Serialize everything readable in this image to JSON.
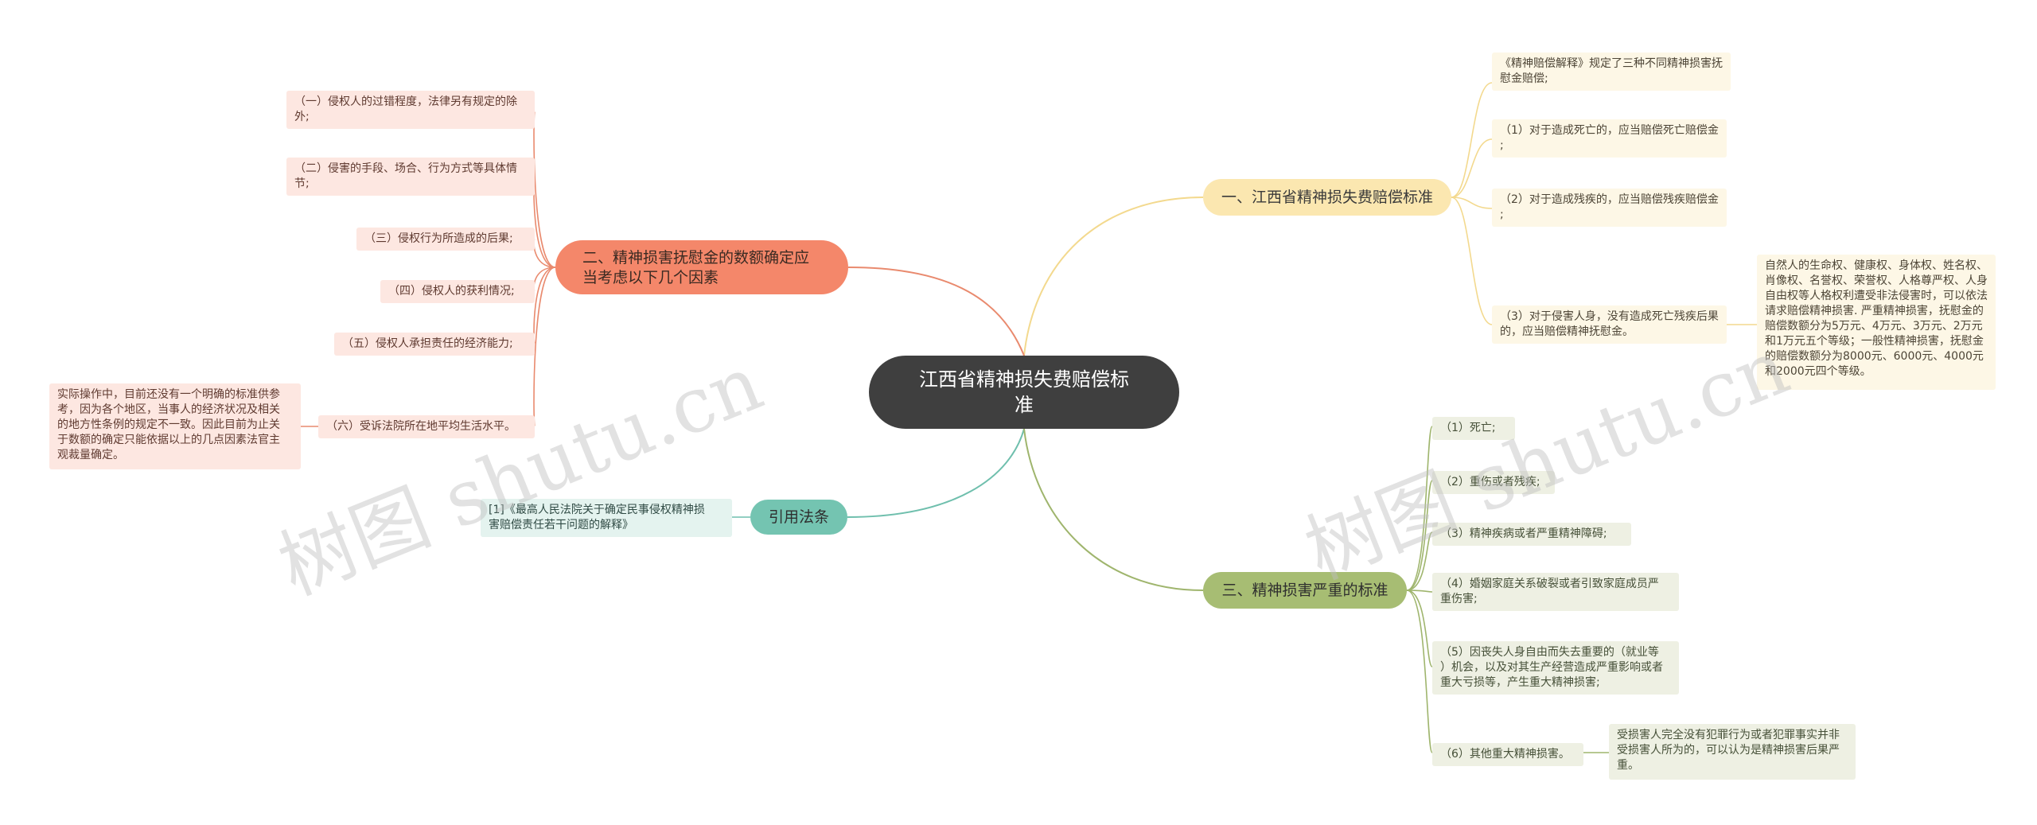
{
  "root": {
    "title": "江西省精神损失费赔偿标\n准"
  },
  "branches": {
    "b1": {
      "label": "一、江西省精神损失费赔偿标准",
      "leaves": [
        "《精神赔偿解释》规定了三种不同精神损害抚\n慰金赔偿;",
        "（1）对于造成死亡的，应当赔偿死亡赔偿金\n;",
        "（2）对于造成残疾的，应当赔偿残疾赔偿金\n;",
        "（3）对于侵害人身，没有造成死亡残疾后果\n的，应当赔偿精神抚慰金。"
      ],
      "sub_note": "自然人的生命权、健康权、身体权、姓名权、\n肖像权、名誉权、荣誉权、人格尊严权、人身\n自由权等人格权利遭受非法侵害时，可以依法\n请求赔偿精神损害. 严重精神损害，抚慰金的\n赔偿数额分为5万元、4万元、3万元、2万元\n和1万元五个等级；一般性精神损害，抚慰金\n的赔偿数额分为8000元、6000元、4000元\n和2000元四个等级。"
    },
    "b2": {
      "label": "二、精神损害抚慰金的数额确定应\n当考虑以下几个因素",
      "leaves": [
        "（一）侵权人的过错程度，法律另有规定的除\n外;",
        "（二）侵害的手段、场合、行为方式等具体情\n节;",
        "（三）侵权行为所造成的后果;",
        "（四）侵权人的获利情况;",
        "（五）侵权人承担责任的经济能力;",
        "（六）受诉法院所在地平均生活水平。"
      ],
      "sub_note": "实际操作中，目前还没有一个明确的标准供参\n考，因为各个地区，当事人的经济状况及相关\n的地方性条例的规定不一致。因此目前为止关\n于数额的确定只能依据以上的几点因素法官主\n观裁量确定。"
    },
    "b3": {
      "label": "引用法条",
      "leaves": [
        "[1]《最高人民法院关于确定民事侵权精神损\n害赔偿责任若干问题的解释》"
      ]
    },
    "b4": {
      "label": "三、精神损害严重的标准",
      "leaves": [
        "（1）死亡;",
        "（2）重伤或者残疾;",
        "（3）精神疾病或者严重精神障碍;",
        "（4）婚姻家庭关系破裂或者引致家庭成员严\n重伤害;",
        "（5）因丧失人身自由而失去重要的（就业等\n）机会，以及对其生产经营造成严重影响或者\n重大亏损等，产生重大精神损害;",
        "（6）其他重大精神损害。"
      ],
      "sub_note": "受损害人完全没有犯罪行为或者犯罪事实并非\n受损害人所为的，可以认为是精神损害后果严\n重。"
    }
  },
  "watermark": {
    "text": "树图 shutu.cn"
  },
  "colors": {
    "b1": "#f3d98e",
    "b2": "#e98a6e",
    "b3": "#6fbfad",
    "b4": "#9fb56d"
  }
}
